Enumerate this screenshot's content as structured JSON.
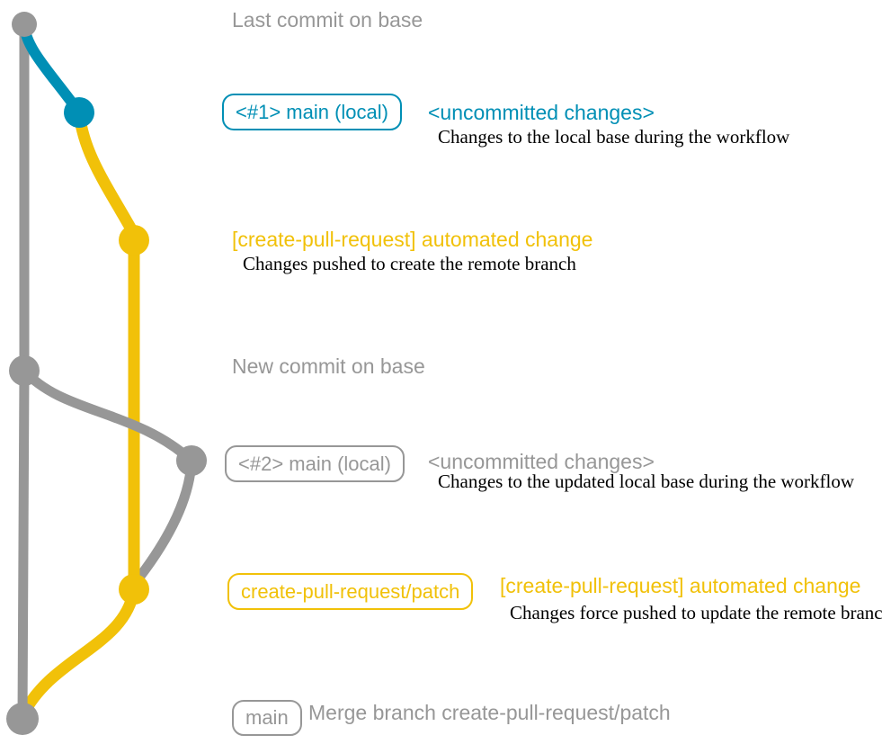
{
  "colors": {
    "base_gray": "#979797",
    "local_teal": "#008fb5",
    "patch_yellow": "#f1c109",
    "description_black": "#000000"
  },
  "rows": {
    "last_commit": {
      "label": "Last commit on base"
    },
    "main_local_1": {
      "badge": "<#1> main (local)",
      "title": "<uncommitted changes>",
      "desc": "Changes to the local base during the workflow"
    },
    "push_create": {
      "title": "[create-pull-request] automated change",
      "desc": "Changes pushed to create the remote branch"
    },
    "new_commit": {
      "label": "New commit on base"
    },
    "main_local_2": {
      "badge": "<#2> main (local)",
      "title": "<uncommitted changes>",
      "desc": "Changes to the updated local base during the workflow"
    },
    "push_update": {
      "badge": "create-pull-request/patch",
      "title": "[create-pull-request] automated change",
      "desc": "Changes force pushed to update the remote branch"
    },
    "merge": {
      "badge": "main",
      "label": "Merge branch create-pull-request/patch"
    }
  }
}
